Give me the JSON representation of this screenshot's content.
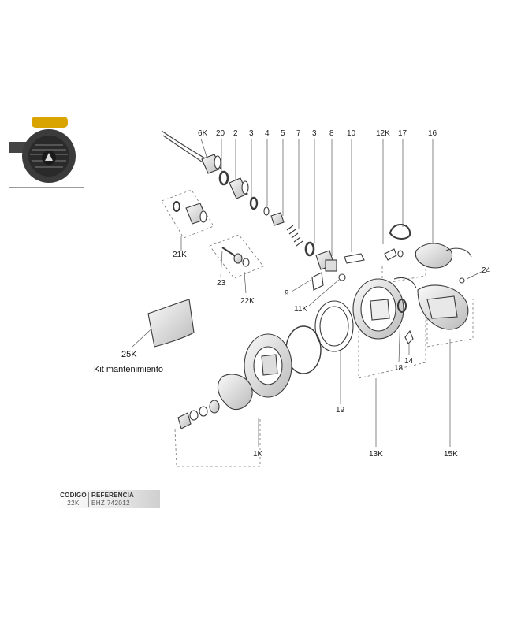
{
  "part_labels": [
    "6K",
    "20",
    "2",
    "3",
    "4",
    "5",
    "7",
    "3",
    "8",
    "10",
    "12K",
    "17",
    "16",
    "24",
    "21K",
    "23",
    "22K",
    "9",
    "11K",
    "18",
    "14",
    "19",
    "25K",
    "1K",
    "13K",
    "15K"
  ],
  "kit_caption": "Kit mantenimiento",
  "table": {
    "header_code": "CODIGO",
    "header_ref": "REFERENCIA",
    "code": "22K",
    "reference": "EHZ 742012"
  },
  "colors": {
    "line": "#555555",
    "part": "#3a3a3a",
    "dashed": "#777777"
  },
  "thumbnail_icon": "regulator-second-stage-icon"
}
